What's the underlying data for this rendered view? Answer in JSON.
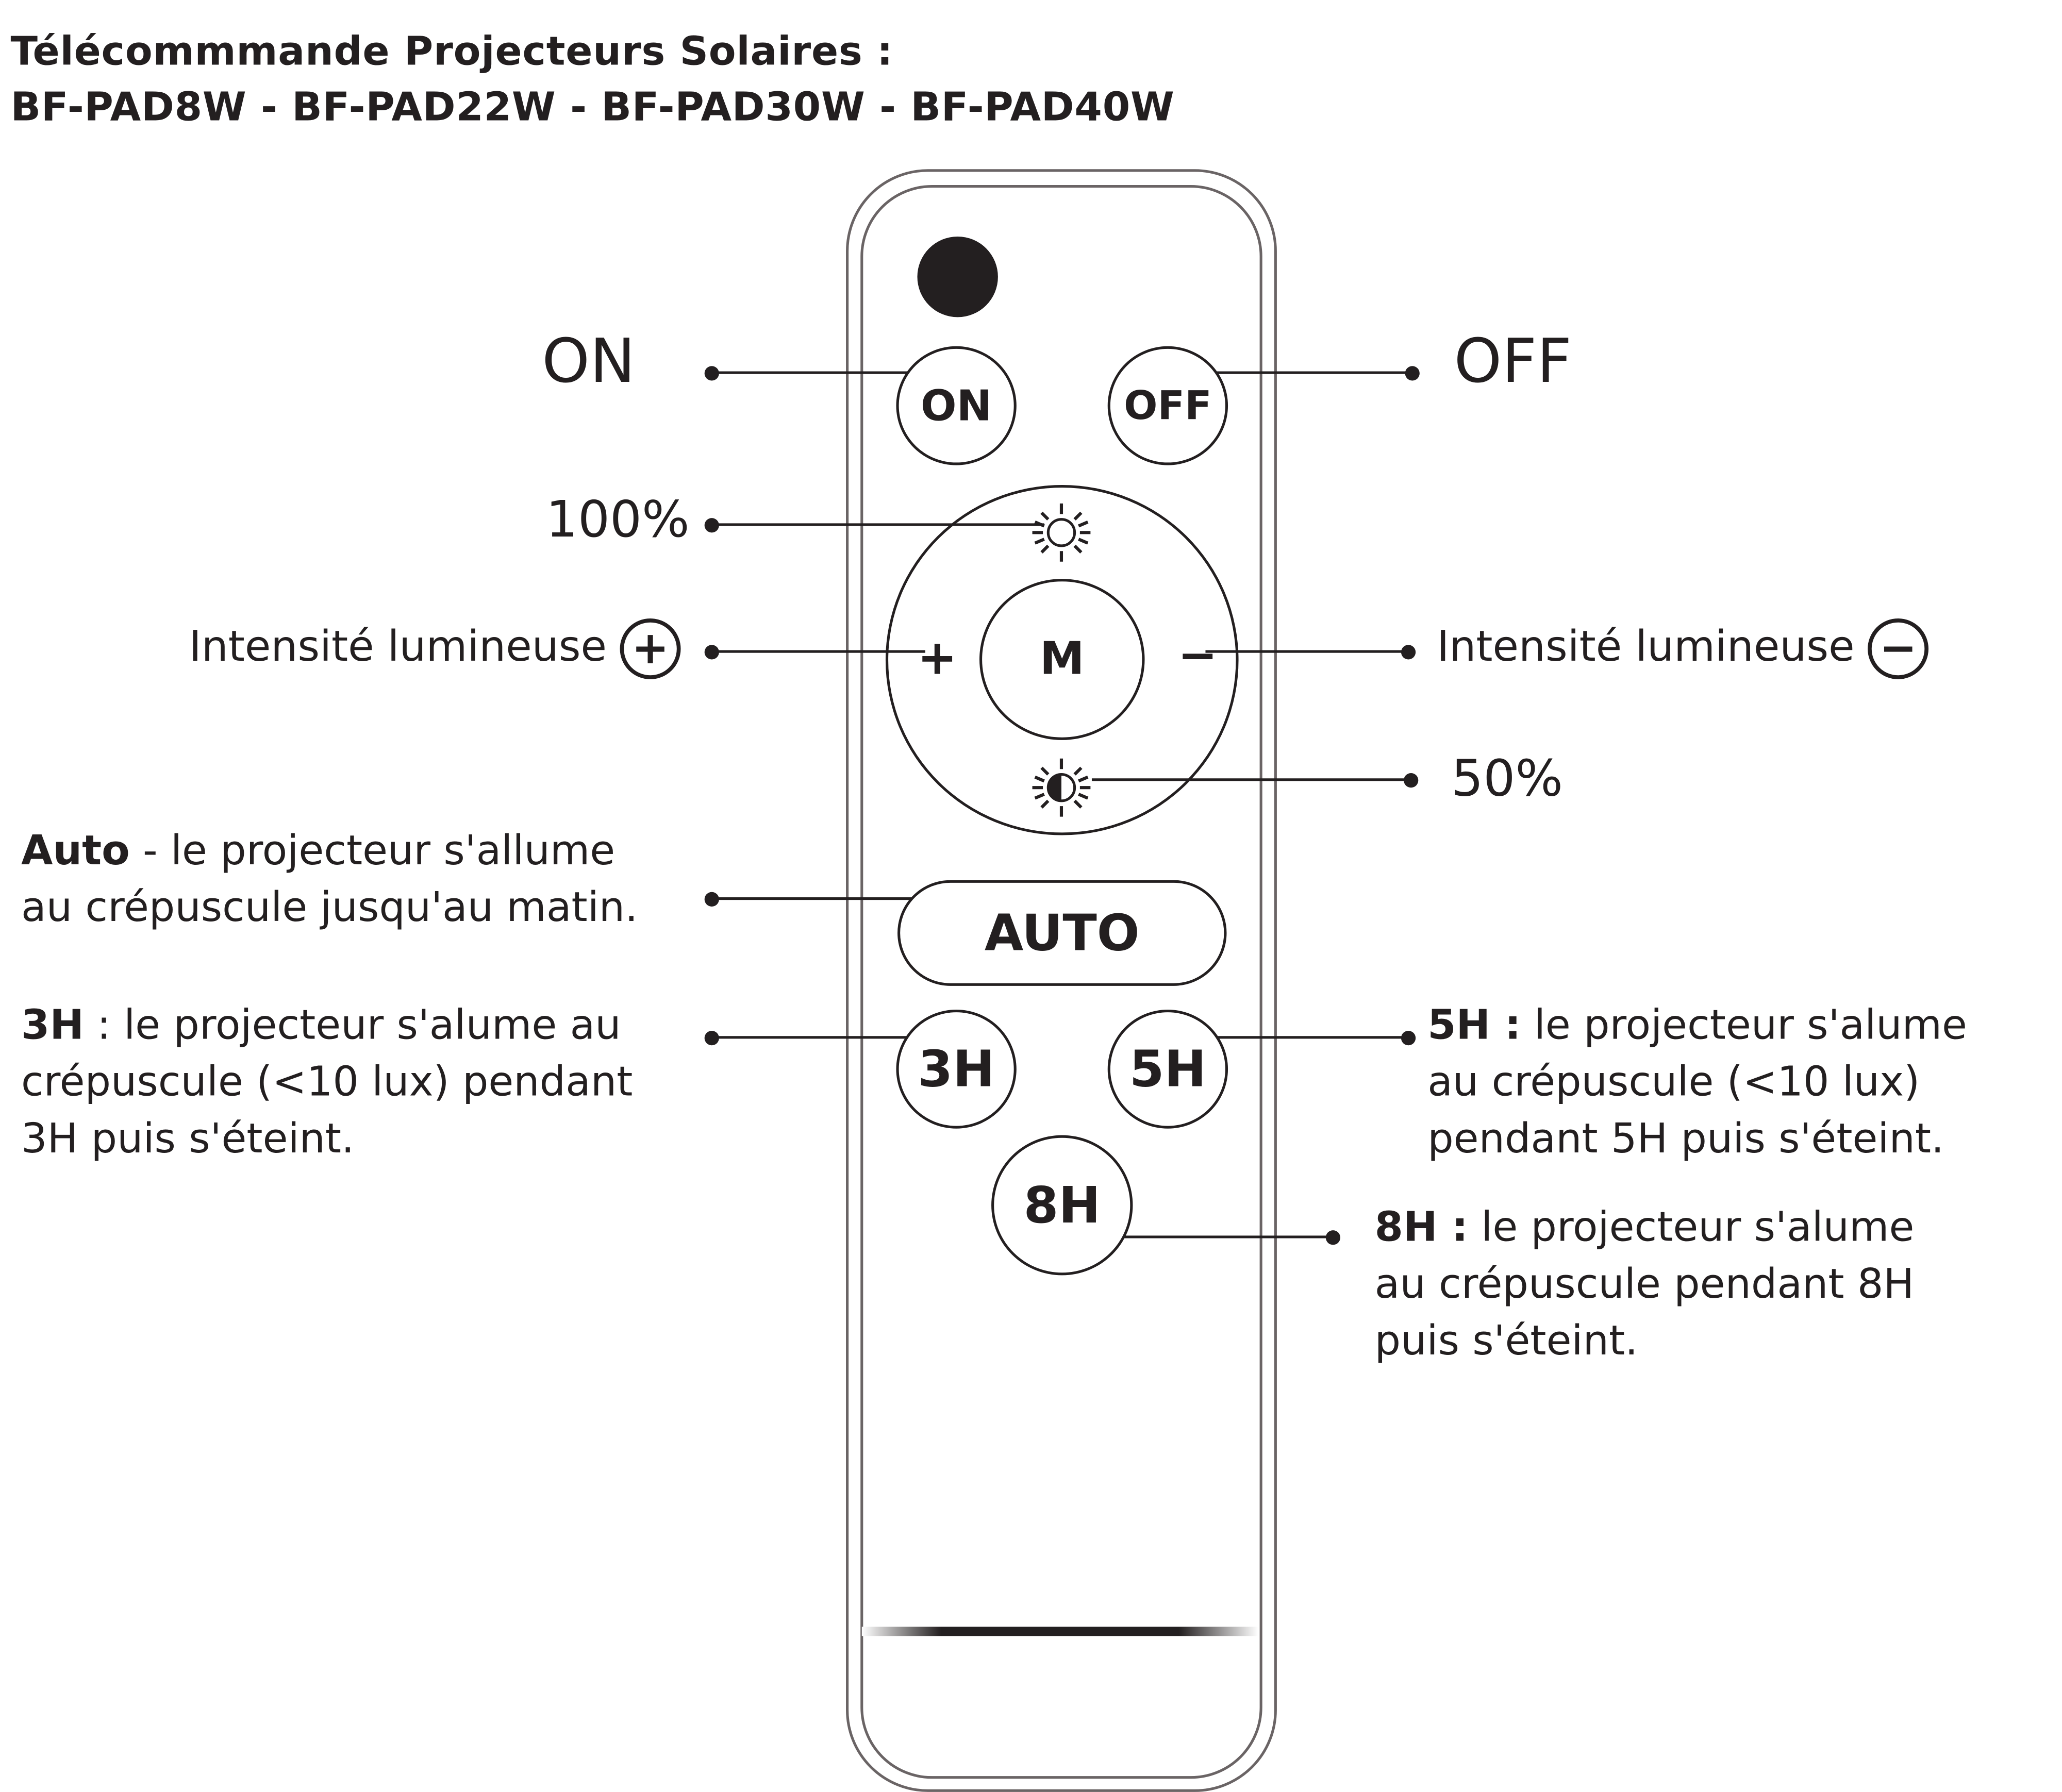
{
  "title": {
    "line1": "Télécommmande Projecteurs Solaires :",
    "line2": "BF-PAD8W - BF-PAD22W - BF-PAD30W - BF-PAD40W"
  },
  "remote": {
    "buttons": {
      "on": "ON",
      "off": "OFF",
      "mode": "M",
      "plus": "+",
      "minus": "−",
      "auto": "AUTO",
      "h3": "3H",
      "h5": "5H",
      "h8": "8H"
    },
    "icons": [
      "sensor-icon",
      "sun-full-icon",
      "sun-half-icon"
    ]
  },
  "labels": {
    "on": "ON",
    "off": "OFF",
    "full": "100%",
    "half": "50%",
    "intensity_plus": "Intensité lumineuse",
    "intensity_plus_symbol": "+",
    "intensity_minus": "Intensité lumineuse",
    "intensity_minus_symbol": "−",
    "auto_bold": "Auto",
    "auto_line1": " - le projecteur s'allume",
    "auto_line2": "au crépuscule jusqu'au matin.",
    "h3_bold": "3H",
    "h3_line1": " :  le projecteur s'alume au",
    "h3_line2": "crépuscule (<10 lux) pendant",
    "h3_line3": "3H puis s'éteint.",
    "h5_bold": "5H :",
    "h5_line1": "  le projecteur s'alume",
    "h5_line2": "au crépuscule (<10 lux)",
    "h5_line3": "pendant 5H puis s'éteint.",
    "h8_bold": "8H :",
    "h8_line1": "  le projecteur s'alume",
    "h8_line2": "au crépuscule pendant 8H",
    "h8_line3": "puis s'éteint."
  }
}
